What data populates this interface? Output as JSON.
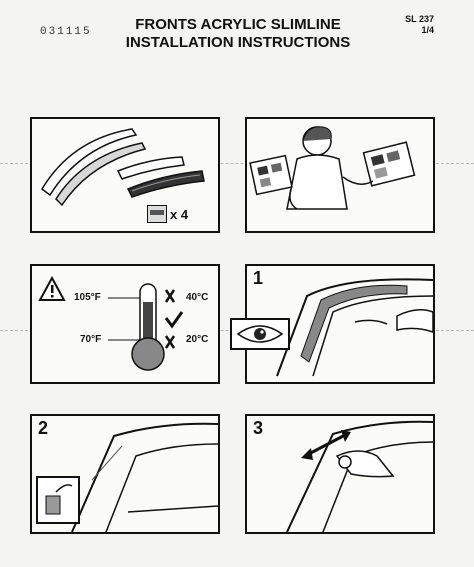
{
  "header": {
    "code": "031115",
    "title_line1": "FRONTS ACRYLIC SLIMLINE",
    "title_line2": "INSTALLATION INSTRUCTIONS",
    "ref": "SL 237",
    "page": "1/4"
  },
  "panel_parts": {
    "quantity": "x 4"
  },
  "panel_temp": {
    "high_temp": "105°F",
    "high_temp_c": "40°C",
    "low_temp": "70°F",
    "low_temp_c": "20°C"
  },
  "steps": {
    "step1": "1",
    "step2": "2",
    "step3": "3"
  }
}
